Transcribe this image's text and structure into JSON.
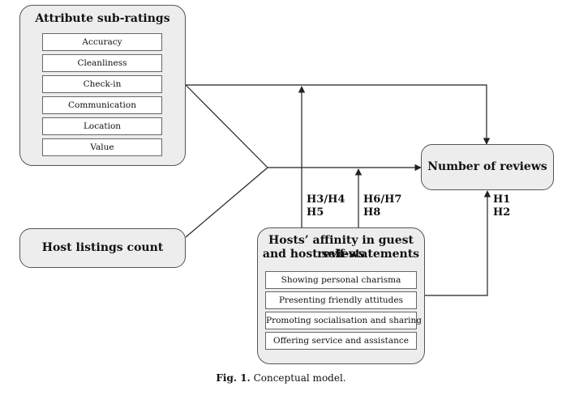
{
  "attribute_panel": {
    "title": "Attribute sub-ratings",
    "items": [
      "Accuracy",
      "Cleanliness",
      "Check-in",
      "Communication",
      "Location",
      "Value"
    ]
  },
  "host_listings": {
    "title": "Host listings count"
  },
  "affinity_panel": {
    "title_line1": "Hosts’ affinity in guest reviews",
    "title_line2": "and host self-statements",
    "items": [
      "Showing personal charisma",
      "Presenting friendly attitudes",
      "Promoting socialisation and sharing",
      "Offering service and assistance"
    ]
  },
  "outcome": {
    "title": "Number of reviews"
  },
  "hypotheses": {
    "h34_line1": "H3/H4",
    "h34_line2": "H5",
    "h67_line1": "H6/H7",
    "h67_line2": "H8",
    "h12_line1": "H1",
    "h12_line2": "H2"
  },
  "caption": {
    "label": "Fig. 1.",
    "text": "Conceptual model."
  }
}
